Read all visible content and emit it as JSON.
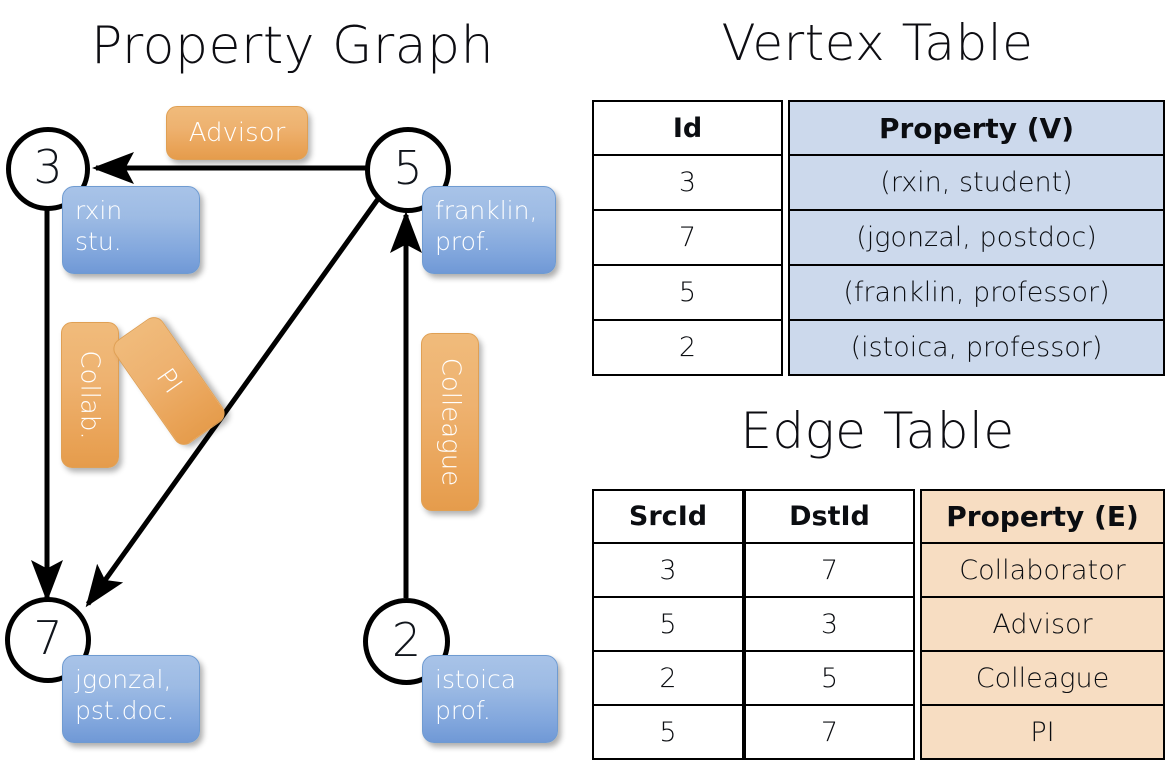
{
  "titles": {
    "property_graph": "Property Graph",
    "vertex_table": "Vertex Table",
    "edge_table": "Edge Table"
  },
  "colors": {
    "vertex_property_fill": "#ccd9ec",
    "edge_property_fill": "#f7ddc2",
    "node_box_blue": "#8fb2e0",
    "edge_label_orange": "#eaa75c",
    "stroke": "#000000",
    "background": "#ffffff"
  },
  "graph": {
    "nodes": [
      {
        "id": "3",
        "label": "3",
        "property_lines": [
          "rxin",
          "stu."
        ]
      },
      {
        "id": "5",
        "label": "5",
        "property_lines": [
          "franklin,",
          "prof."
        ]
      },
      {
        "id": "7",
        "label": "7",
        "property_lines": [
          "jgonzal,",
          "pst.doc."
        ]
      },
      {
        "id": "2",
        "label": "2",
        "property_lines": [
          "istoica",
          "prof."
        ]
      }
    ],
    "edges": [
      {
        "src": "5",
        "dst": "3",
        "label": "Advisor"
      },
      {
        "src": "3",
        "dst": "7",
        "label": "Collab."
      },
      {
        "src": "5",
        "dst": "7",
        "label": "PI"
      },
      {
        "src": "2",
        "dst": "5",
        "label": "Colleague"
      }
    ]
  },
  "vertex_table": {
    "headers": [
      "Id",
      "Property (V)"
    ],
    "rows": [
      {
        "id": "3",
        "property": "(rxin, student)"
      },
      {
        "id": "7",
        "property": "(jgonzal, postdoc)"
      },
      {
        "id": "5",
        "property": "(franklin, professor)"
      },
      {
        "id": "2",
        "property": "(istoica, professor)"
      }
    ]
  },
  "edge_table": {
    "headers": [
      "SrcId",
      "DstId",
      "Property (E)"
    ],
    "rows": [
      {
        "src": "3",
        "dst": "7",
        "property": "Collaborator"
      },
      {
        "src": "5",
        "dst": "3",
        "property": "Advisor"
      },
      {
        "src": "2",
        "dst": "5",
        "property": "Colleague"
      },
      {
        "src": "5",
        "dst": "7",
        "property": "PI"
      }
    ]
  }
}
